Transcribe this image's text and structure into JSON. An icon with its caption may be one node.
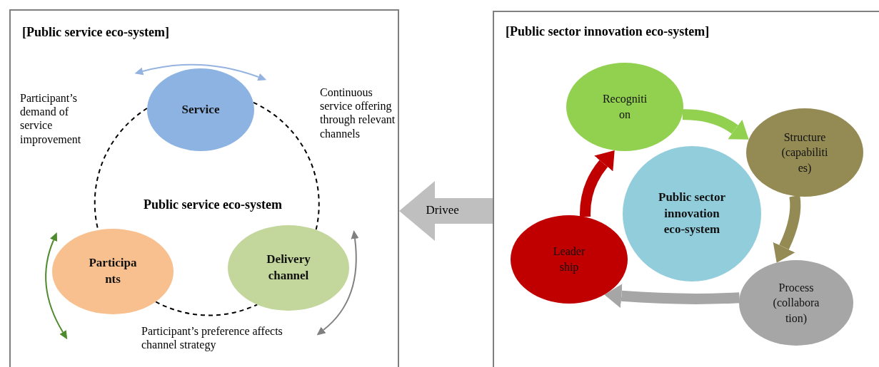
{
  "diagram": {
    "nodes": [
      {
        "text": [
          "[Public service eco-system]"
        ]
      },
      {
        "text": [
          "Service"
        ],
        "in": 0
      },
      {
        "text": [
          "Participa nts"
        ],
        "in": 0
      },
      {
        "text": [
          "Delivery channel"
        ],
        "in": 0
      },
      {
        "text": [
          "[Public sector innovation eco-system]"
        ]
      },
      {
        "text": [
          "Recogniti on"
        ],
        "in": 4
      },
      {
        "text": [
          "Structure (capabiliti es)"
        ],
        "in": 4
      },
      {
        "text": [
          "Public sector innovation eco-system"
        ],
        "in": 4
      },
      {
        "text": [
          "Process (collabora tion)"
        ],
        "in": 4
      },
      {
        "text": [
          "Leader ship"
        ],
        "in": 4
      }
    ],
    "edges": [
      {
        "from": 4,
        "to": 0,
        "arrow": "to",
        "label": "Drivee",
        "style": "thick",
        "color": "#bfbfbf"
      },
      {
        "from": 1,
        "to": 2,
        "arrow": "none",
        "style": "dashed"
      },
      {
        "from": 1,
        "to": 3,
        "arrow": "none",
        "style": "dashed"
      },
      {
        "from": 2,
        "to": 3,
        "arrow": "none",
        "style": "dashed"
      },
      {
        "from": 5,
        "to": 6,
        "arrow": "to",
        "color": "#92d050"
      },
      {
        "from": 6,
        "to": 8,
        "arrow": "to",
        "color": "#948a54"
      },
      {
        "from": 8,
        "to": 9,
        "arrow": "to",
        "color": "#a6a6a6"
      },
      {
        "from": 9,
        "to": 5,
        "arrow": "to",
        "color": "#c00000"
      }
    ],
    "labels": [
      "Participant’s demand of service improvement",
      "Continuous service offering through relevant channels",
      "Public service eco-system",
      "Participant’s preference affects channel strategy"
    ]
  }
}
